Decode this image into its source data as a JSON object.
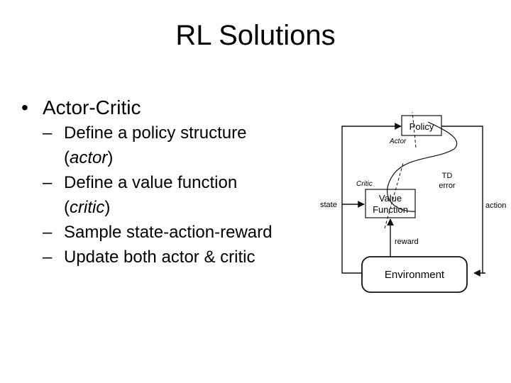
{
  "slide": {
    "title": "RL Solutions",
    "bullet": {
      "mark": "•",
      "text": "Actor-Critic"
    },
    "subitems": [
      {
        "dash": "–",
        "text": "Define a policy structure",
        "cont_open": "(",
        "cont_em": "actor",
        "cont_close": ")"
      },
      {
        "dash": "–",
        "text": "Define a value function",
        "cont_open": "(",
        "cont_em": "critic",
        "cont_close": ")"
      },
      {
        "dash": "–",
        "text": "Sample state-action-reward"
      },
      {
        "dash": "–",
        "text": "Update both actor & critic"
      }
    ]
  },
  "diagram": {
    "policy": "Policy",
    "actor": "Actor",
    "critic": "Critic",
    "td1": "TD",
    "td2": "error",
    "value1": "Value",
    "value2": "Function",
    "state": "state",
    "action": "action",
    "reward": "reward",
    "environment": "Environment"
  }
}
